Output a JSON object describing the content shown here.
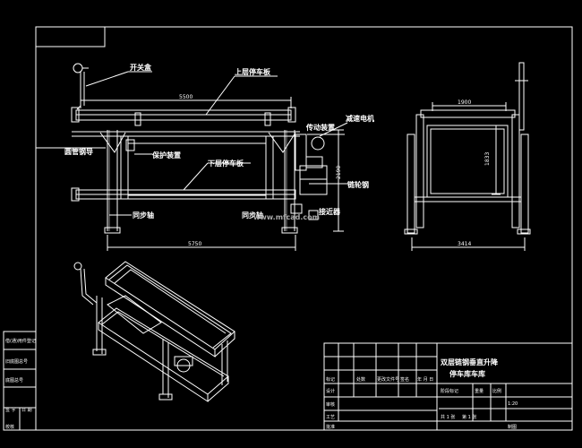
{
  "colors": {
    "background": "#000000",
    "line": "#ffffff",
    "accent": "#7f7f7f"
  },
  "callouts": {
    "switch_box": "开关盒",
    "upper_plate": "上层停车板",
    "transmission": "传动装置",
    "reduction_motor": "减速电机",
    "tube_guide": "圆管钢导",
    "protection": "保护装置",
    "lower_plate": "下层停车板",
    "chain_wheel": "链轮钢",
    "sync_shaft": "同步轴",
    "bottom_left": "同步轴",
    "bottom_right": "接近器"
  },
  "dimensions": {
    "front_top_length": "5500",
    "front_bottom_length": "5750",
    "front_height": "2190",
    "side_top_width": "1900",
    "side_height": "1833",
    "side_bottom_width": "3414"
  },
  "watermark": "www.mfcad.com",
  "title_block": {
    "title_line1": "双层链钢垂直升降",
    "title_line2": "停车库车库",
    "row_design": "设计",
    "row_check": "审核",
    "row_approve": "批准",
    "row_process": "工艺",
    "col_mark": "标记",
    "col_count": "处数",
    "col_file": "更改文件号",
    "col_sign": "签名",
    "col_date": "年 月 日",
    "stage_label": "阶段标记",
    "weight_label": "重量",
    "scale_label": "比例",
    "scale_value": "1:20",
    "sheets_total": "共 1 张",
    "sheet_no": "第 1 张",
    "bottom_left": "校核",
    "bottom_right": "制图"
  },
  "side_block": {
    "row1": "借(通)用件登记",
    "row2": "旧底图总号",
    "row3": "底图总号",
    "row4_a": "签 字",
    "row4_b": "日 期"
  }
}
